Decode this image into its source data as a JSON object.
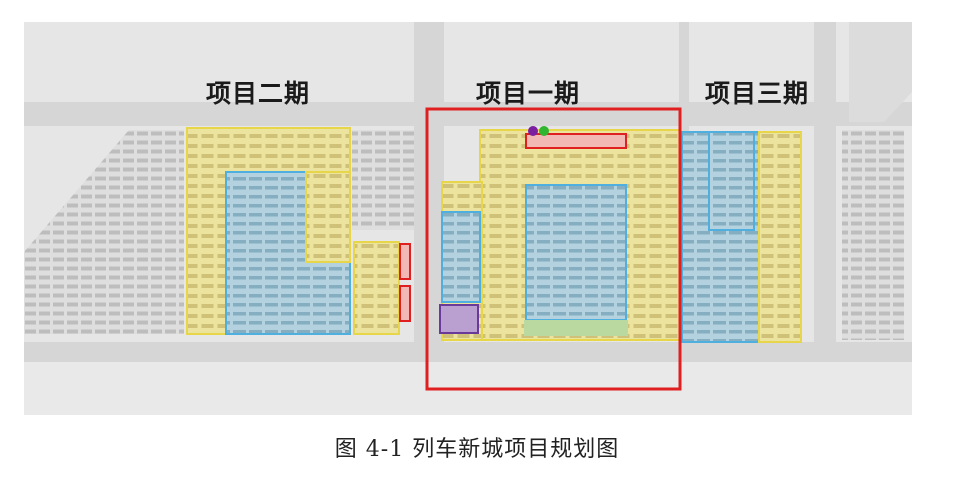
{
  "labels": {
    "phase_two": "项目二期",
    "phase_one": "项目一期",
    "phase_three": "项目三期"
  },
  "caption": "图 4-1 列车新城项目规划图",
  "colors": {
    "background": "#e6e6e6",
    "road": "#d7d7d7",
    "yellow_zone": "#e9df9a",
    "yellow_outline": "#e8d64a",
    "blue_zone": "#a9c9d9",
    "blue_outline": "#4fb0e0",
    "red_outline": "#e02020",
    "pink_zone": "#f2b8b4",
    "purple_zone": "#b9a0d0",
    "green_strip": "#b9d9a0",
    "marker_purple": "#7a1fa0",
    "marker_green": "#2fb52f"
  }
}
